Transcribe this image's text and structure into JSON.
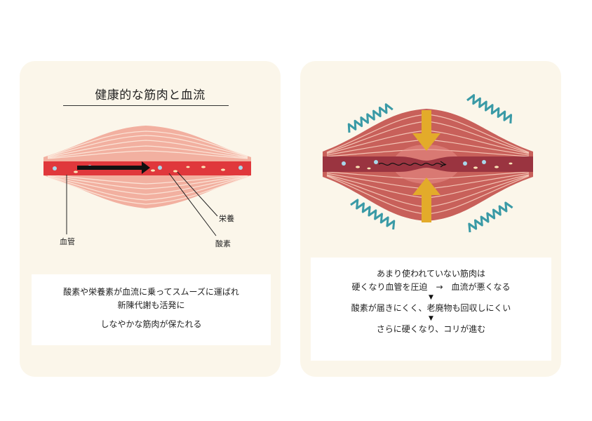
{
  "left_panel": {
    "title": "健康的な筋肉と血流",
    "labels": {
      "vessel": "血管",
      "nutrient": "栄養",
      "oxygen": "酸素"
    },
    "description": [
      "酸素や栄養素が血流に乗ってスムーズに運ばれ",
      "新陳代謝も活発に",
      "しなやかな筋肉が保たれる"
    ]
  },
  "right_panel": {
    "description": [
      "あまり使われていない筋肉は",
      "硬くなり血管を圧迫　→　血流が悪くなる",
      "酸素が届きにくく、老廃物も回収しにくい",
      "さらに硬くなり、コリが進む"
    ],
    "arrow_glyph": "▼"
  },
  "colors": {
    "panel_bg": "#fbf6ea",
    "muscle_light": "#f2b0a0",
    "muscle_dark": "#c8605a",
    "vessel_healthy": "#e0383c",
    "vessel_stiff": "#9a3440",
    "pressure_arrow": "#e3ab2a",
    "tension_squiggle": "#3a9aa6",
    "oxygen_dot": "#a8d8ea",
    "nutrient_dot": "#fbe6b8"
  }
}
